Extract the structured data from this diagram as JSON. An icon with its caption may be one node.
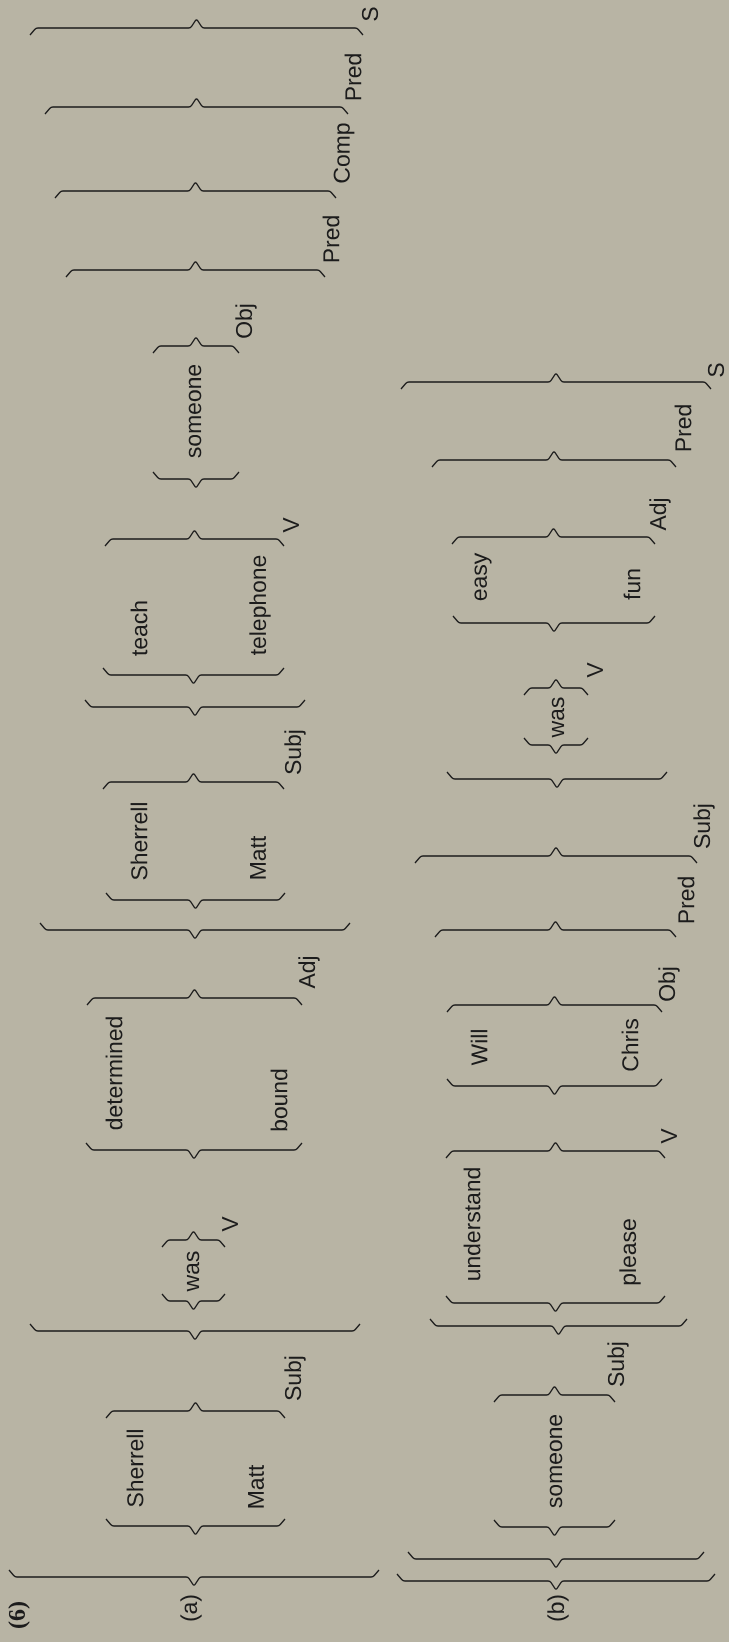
{
  "diagram": {
    "labels": [
      "(6)",
      "(a)",
      "Sherrell",
      "Matt",
      "Subj",
      "was",
      "V",
      "determined",
      "bound",
      "Adj",
      "Sherrell",
      "Matt",
      "Subj",
      "teach",
      "telephone",
      "V",
      "someone",
      "Obj",
      "Pred",
      "Comp",
      "Pred",
      "S",
      "(b)",
      "someone",
      "Subj",
      "understand",
      "please",
      "V",
      "Will",
      "Chris",
      "Obj",
      "Pred",
      "Subj",
      "was",
      "V",
      "easy",
      "fun",
      "Adj",
      "Pred",
      "S"
    ]
  }
}
